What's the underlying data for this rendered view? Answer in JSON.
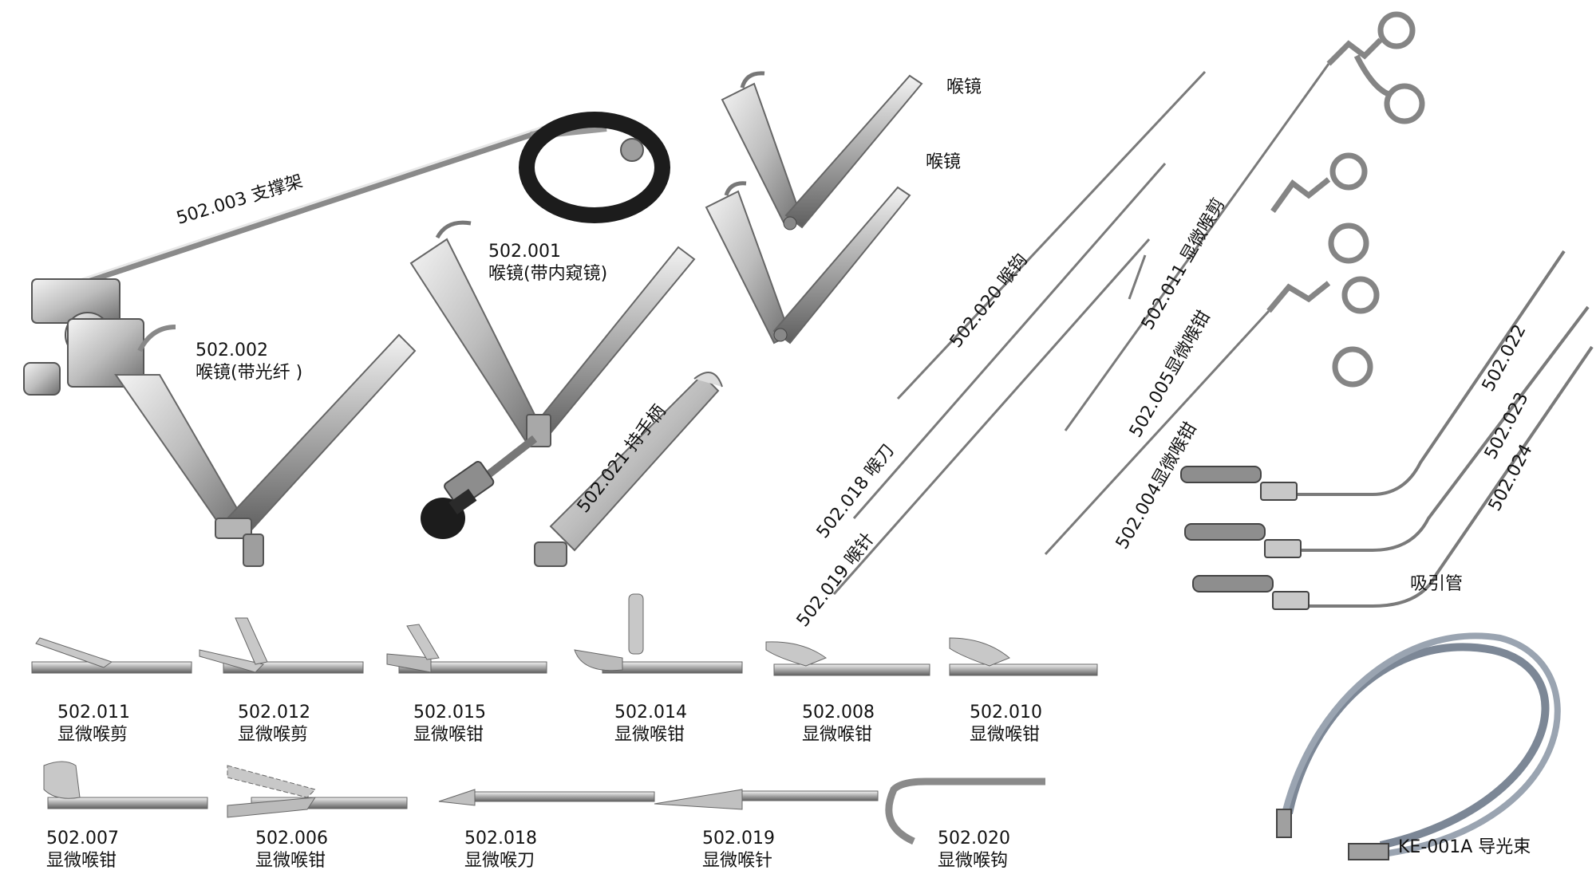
{
  "instruments": {
    "support_frame": "502.003 支撑架",
    "laryngoscope_endo_code": "502.001",
    "laryngoscope_endo_name": "喉镜(带内窥镜)",
    "laryngoscope_fiber_code": "502.002",
    "laryngoscope_fiber_name": "喉镜(带光纤 )",
    "laryngoscope_a": "喉镜",
    "laryngoscope_b": "喉镜",
    "handle": "502.021 持手柄",
    "hook_long": "502.020 喉钩",
    "knife_long": "502.018 喉刀",
    "needle_long": "502.019 喉针",
    "scissors_long": "502.011 显微喉剪",
    "forceps_005": "502.005显微喉钳",
    "forceps_004": "502.004显微喉钳",
    "suction_022": "502.022",
    "suction_023": "502.023",
    "suction_024": "502.024",
    "suction_name": "吸引管",
    "light_cable": "KE-001A 导光束"
  },
  "tips_row1": [
    {
      "code": "502.011",
      "name": "显微喉剪"
    },
    {
      "code": "502.012",
      "name": "显微喉剪"
    },
    {
      "code": "502.015",
      "name": "显微喉钳"
    },
    {
      "code": "502.014",
      "name": "显微喉钳"
    },
    {
      "code": "502.008",
      "name": "显微喉钳"
    },
    {
      "code": "502.010",
      "name": "显微喉钳"
    }
  ],
  "tips_row2": [
    {
      "code": "502.007",
      "name": "显微喉钳"
    },
    {
      "code": "502.006",
      "name": "显微喉钳"
    },
    {
      "code": "502.018",
      "name": "显微喉刀"
    },
    {
      "code": "502.019",
      "name": "显微喉针"
    },
    {
      "code": "502.020",
      "name": "显微喉钩"
    }
  ],
  "colors": {
    "steel_light": "#e6e6e6",
    "steel_dark": "#6f6f6f",
    "rubber": "#1c1c1c",
    "cable": "#7c8796"
  }
}
